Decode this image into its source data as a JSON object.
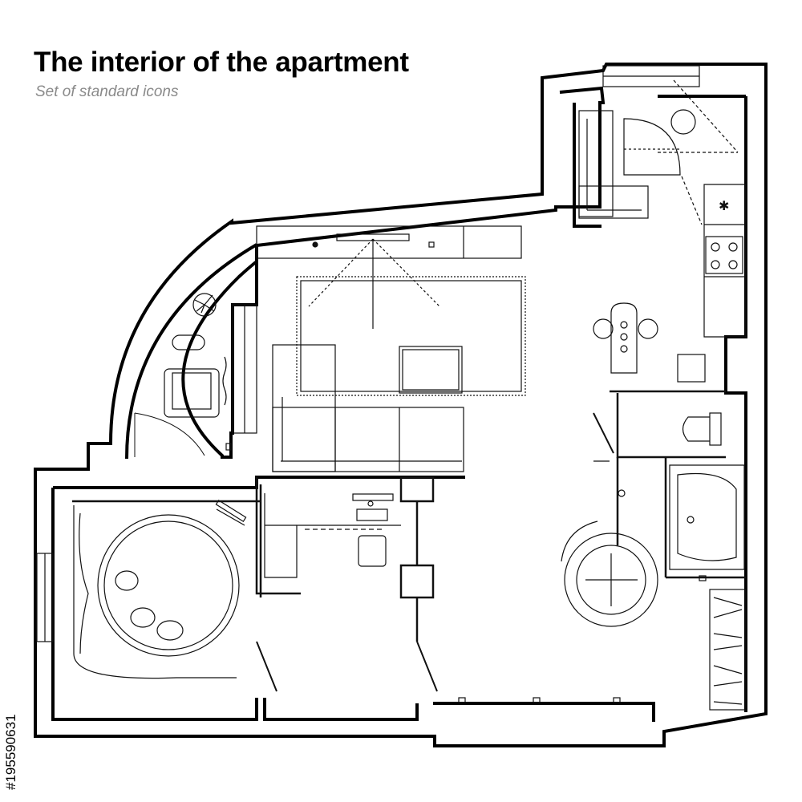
{
  "header": {
    "title": "The interior of the apartment",
    "subtitle": "Set of standard icons"
  },
  "stock_id": "#195590631",
  "colors": {
    "background": "#ffffff",
    "wall": "#000000",
    "line": "#111111",
    "subtitle": "#8a8a8a"
  },
  "icons": [
    "plant-icon",
    "sofa-icon",
    "armchair-icon",
    "coffee-table-icon",
    "rug-icon",
    "tv-icon",
    "ceiling-light-icon",
    "bathtub-icon",
    "toilet-icon",
    "sink-icon",
    "stove-icon",
    "dining-table-icon",
    "desk-icon",
    "office-chair-icon",
    "shower-icon",
    "round-bed-icon",
    "wardrobe-icon",
    "door-icon",
    "window-icon"
  ]
}
